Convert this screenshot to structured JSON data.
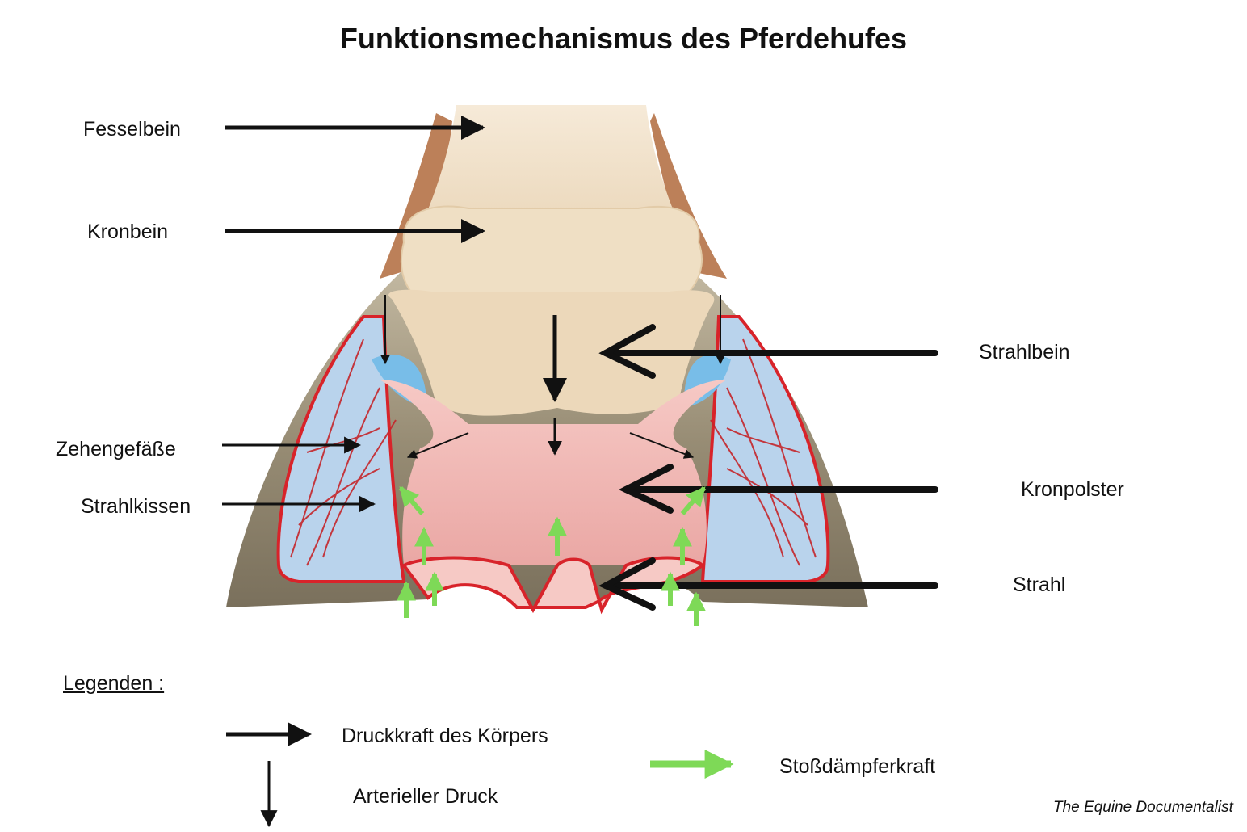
{
  "title": "Funktionsmechanismus des Pferdehufes",
  "labels": {
    "fesselbein": "Fesselbein",
    "kronbein": "Kronbein",
    "zehengefaesse": "Zehengefäße",
    "strahlkissen": "Strahlkissen",
    "strahlbein": "Strahlbein",
    "kronpolster": "Kronpolster",
    "strahl": "Strahl"
  },
  "legend": {
    "heading": "Legenden :",
    "druckkraft": "Druckkraft des Körpers",
    "arteriell": "Arterieller Druck",
    "stossdaempfer": "Stoßdämpferkraft"
  },
  "credit": "The Equine Documentalist",
  "colors": {
    "pressure_arrow": "#111111",
    "shock_arrow": "#7ed957",
    "vessel": "#d8232a",
    "hoof_wall": "#8e8470",
    "bone": "#eedcc0",
    "lamina": "#b9d3ec",
    "cushion": "#f4b8b6",
    "hair": "#b06a3c"
  }
}
